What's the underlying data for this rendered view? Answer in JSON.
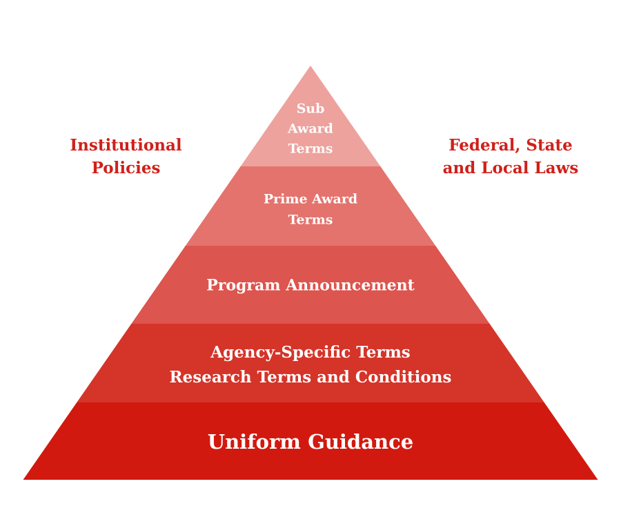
{
  "left_label": [
    "Institutional",
    "Policies"
  ],
  "right_label": [
    "Federal, State",
    "and Local Laws"
  ],
  "tiers": [
    {
      "lines": [
        "Sub",
        "Award",
        "Terms"
      ],
      "color": "#eda29d"
    },
    {
      "lines": [
        "Prime Award",
        "Terms"
      ],
      "color": "#e4736d"
    },
    {
      "lines": [
        "Program Announcement"
      ],
      "color": "#dc554e"
    },
    {
      "lines": [
        "Agency-Specific Terms",
        "Research Terms and Conditions"
      ],
      "color": "#d53429"
    },
    {
      "lines": [
        "Uniform Guidance"
      ],
      "color": "#d2190f"
    }
  ],
  "text_color": "#d0201a"
}
